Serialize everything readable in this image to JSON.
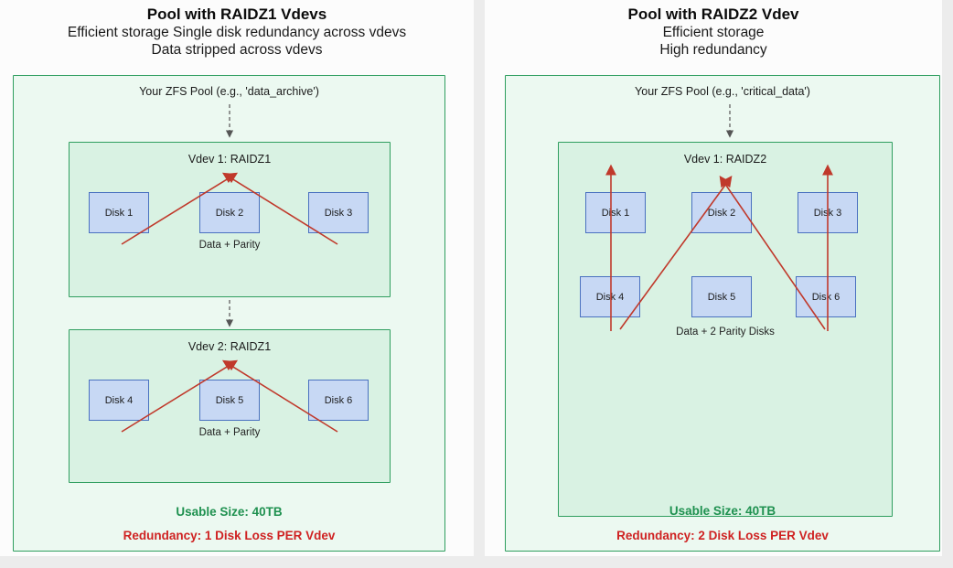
{
  "colors": {
    "green_border": "#2f9e5f",
    "pool_fill": "#ecf9f1",
    "vdev_fill": "#d9f2e3",
    "disk_fill": "#c7d8f4",
    "disk_border": "#4a71c0",
    "arrow_red": "#c0392b",
    "text_green": "#1f9150",
    "text_red": "#cf2222"
  },
  "panels": [
    {
      "title": "Pool with RAIDZ1 Vdevs",
      "subtitle1": "Efficient storage  Single disk redundancy across vdevs",
      "subtitle2": "Data stripped across vdevs",
      "pool_label": "Your ZFS Pool (e.g., 'data_archive')",
      "vdevs": [
        {
          "label": "Vdev 1: RAIDZ1",
          "note": "Data + Parity",
          "disks": [
            "Disk 1",
            "Disk 2",
            "Disk 3"
          ]
        },
        {
          "label": "Vdev 2: RAIDZ1",
          "note": "Data + Parity",
          "disks": [
            "Disk 4",
            "Disk 5",
            "Disk 6"
          ]
        }
      ],
      "usable": "Usable Size: 40TB",
      "redundancy": "Redundancy: 1 Disk Loss PER Vdev"
    },
    {
      "title": "Pool with RAIDZ2 Vdev",
      "subtitle1": "Efficient storage",
      "subtitle2": "High redundancy",
      "pool_label": "Your ZFS Pool (e.g., 'critical_data')",
      "vdevs": [
        {
          "label": "Vdev 1: RAIDZ2",
          "note": "Data + 2 Parity Disks",
          "disks": [
            "Disk 1",
            "Disk 2",
            "Disk 3",
            "Disk 4",
            "Disk 5",
            "Disk 6"
          ]
        }
      ],
      "usable": "Usable Size: 40TB",
      "redundancy": "Redundancy: 2 Disk Loss PER Vdev"
    }
  ]
}
